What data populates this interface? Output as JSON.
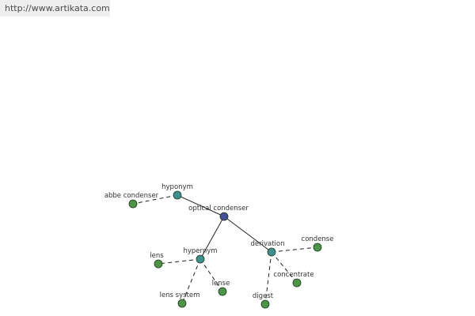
{
  "site_url": "http://www.artikata.com",
  "graph": {
    "center": {
      "label": "optical condenser",
      "color": "#4a4f9c"
    },
    "relations": [
      {
        "key": "hyponym",
        "label": "hyponym",
        "color": "#3f8f8f",
        "children": [
          {
            "key": "abbe-condenser",
            "label": "abbe condenser",
            "color": "#4e9448"
          }
        ]
      },
      {
        "key": "hypernym",
        "label": "hypernym",
        "color": "#3f8f8f",
        "children": [
          {
            "key": "lens",
            "label": "lens",
            "color": "#4e9448"
          },
          {
            "key": "lens-system",
            "label": "lens system",
            "color": "#4e9448"
          },
          {
            "key": "lense",
            "label": "lense",
            "color": "#4e9448"
          }
        ]
      },
      {
        "key": "derivation",
        "label": "derivation",
        "color": "#3f8f8f",
        "children": [
          {
            "key": "condense",
            "label": "condense",
            "color": "#4e9448"
          },
          {
            "key": "concentrate",
            "label": "concentrate",
            "color": "#4e9448"
          },
          {
            "key": "digest",
            "label": "digest",
            "color": "#4e9448"
          }
        ]
      }
    ]
  }
}
